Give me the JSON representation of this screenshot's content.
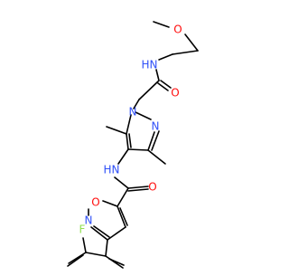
{
  "molecule": {
    "atom_labels": {
      "o_methoxy": "O",
      "n_amide_top": "N",
      "h_amide_top": "H",
      "o_carbonyl_top": "O",
      "n_pyrazole_1": "N",
      "n_pyrazole_2": "N",
      "n_amide_mid": "N",
      "h_amide_mid": "H",
      "o_carbonyl_mid": "O",
      "o_isoxazole": "O",
      "n_isoxazole": "N",
      "f_fluoro": "F"
    },
    "colors": {
      "bond": "#000000",
      "oxygen": "#ff0d0d",
      "nitrogen": "#3050f8",
      "fluorine": "#90e050"
    }
  }
}
